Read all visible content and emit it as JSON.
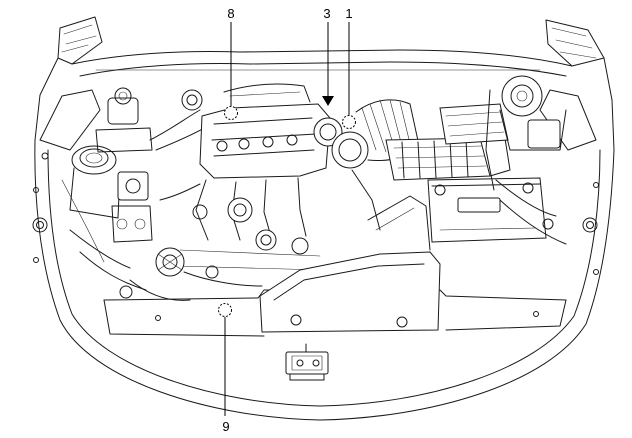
{
  "figure": {
    "callouts": [
      {
        "label": "8"
      },
      {
        "label": "3"
      },
      {
        "label": "1"
      },
      {
        "label": "9"
      }
    ]
  }
}
